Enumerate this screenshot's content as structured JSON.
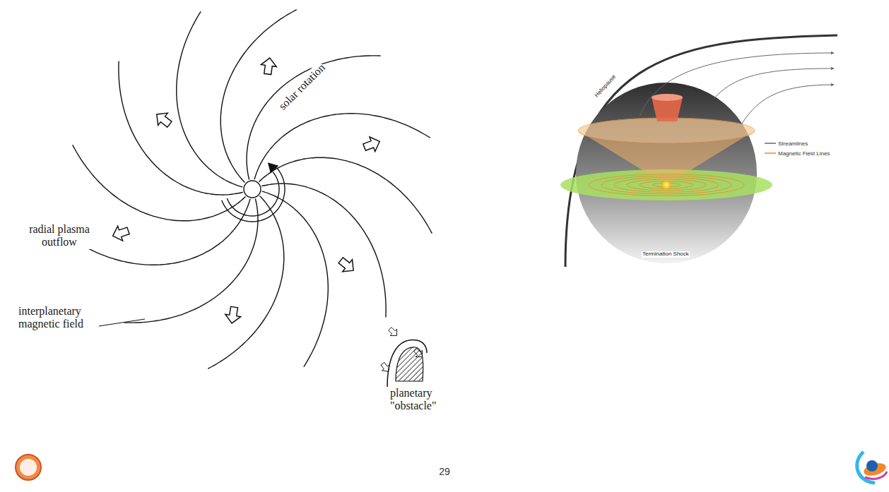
{
  "diagram": {
    "labels": [
      "solar rotation",
      "radial plasma outflow",
      "interplanetary magnetic field",
      "planetary \"obstacle\"",
      "Heliopause",
      "Termination Shock",
      "29"
    ],
    "legend": [
      {
        "text": "Streamlines"
      },
      {
        "text": "Magnetic Field Lines"
      }
    ]
  }
}
